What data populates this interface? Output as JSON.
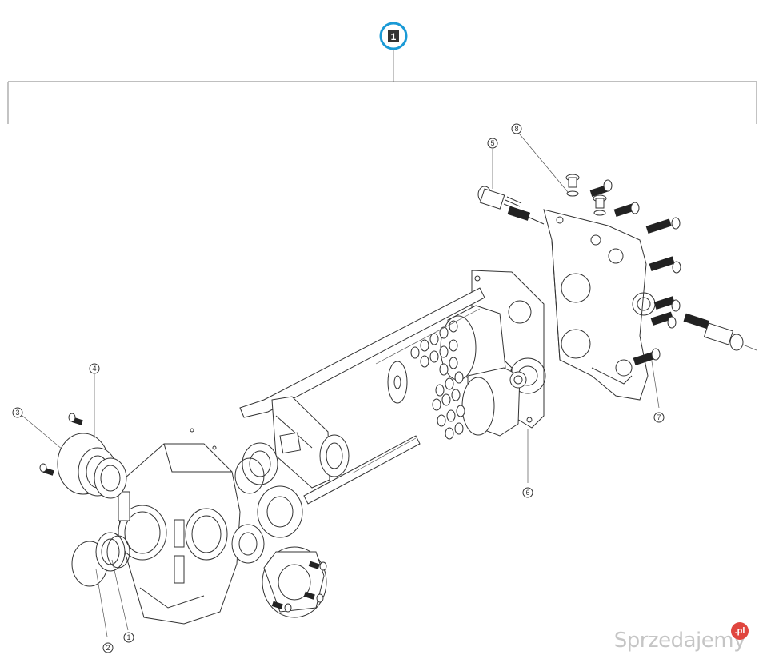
{
  "top_assembly": {
    "number": "1",
    "ring_color": "#1a9ad6",
    "badge_color": "#333333"
  },
  "callouts": [
    {
      "id": "c1",
      "label": "1"
    },
    {
      "id": "c2",
      "label": "2"
    },
    {
      "id": "c3",
      "label": "3"
    },
    {
      "id": "c4",
      "label": "4"
    },
    {
      "id": "c5",
      "label": "5"
    },
    {
      "id": "c6",
      "label": "6"
    },
    {
      "id": "c7",
      "label": "7"
    },
    {
      "id": "c8",
      "label": "8"
    }
  ],
  "watermark": {
    "text": "Sprzedajemy",
    "badge": ".pl"
  }
}
